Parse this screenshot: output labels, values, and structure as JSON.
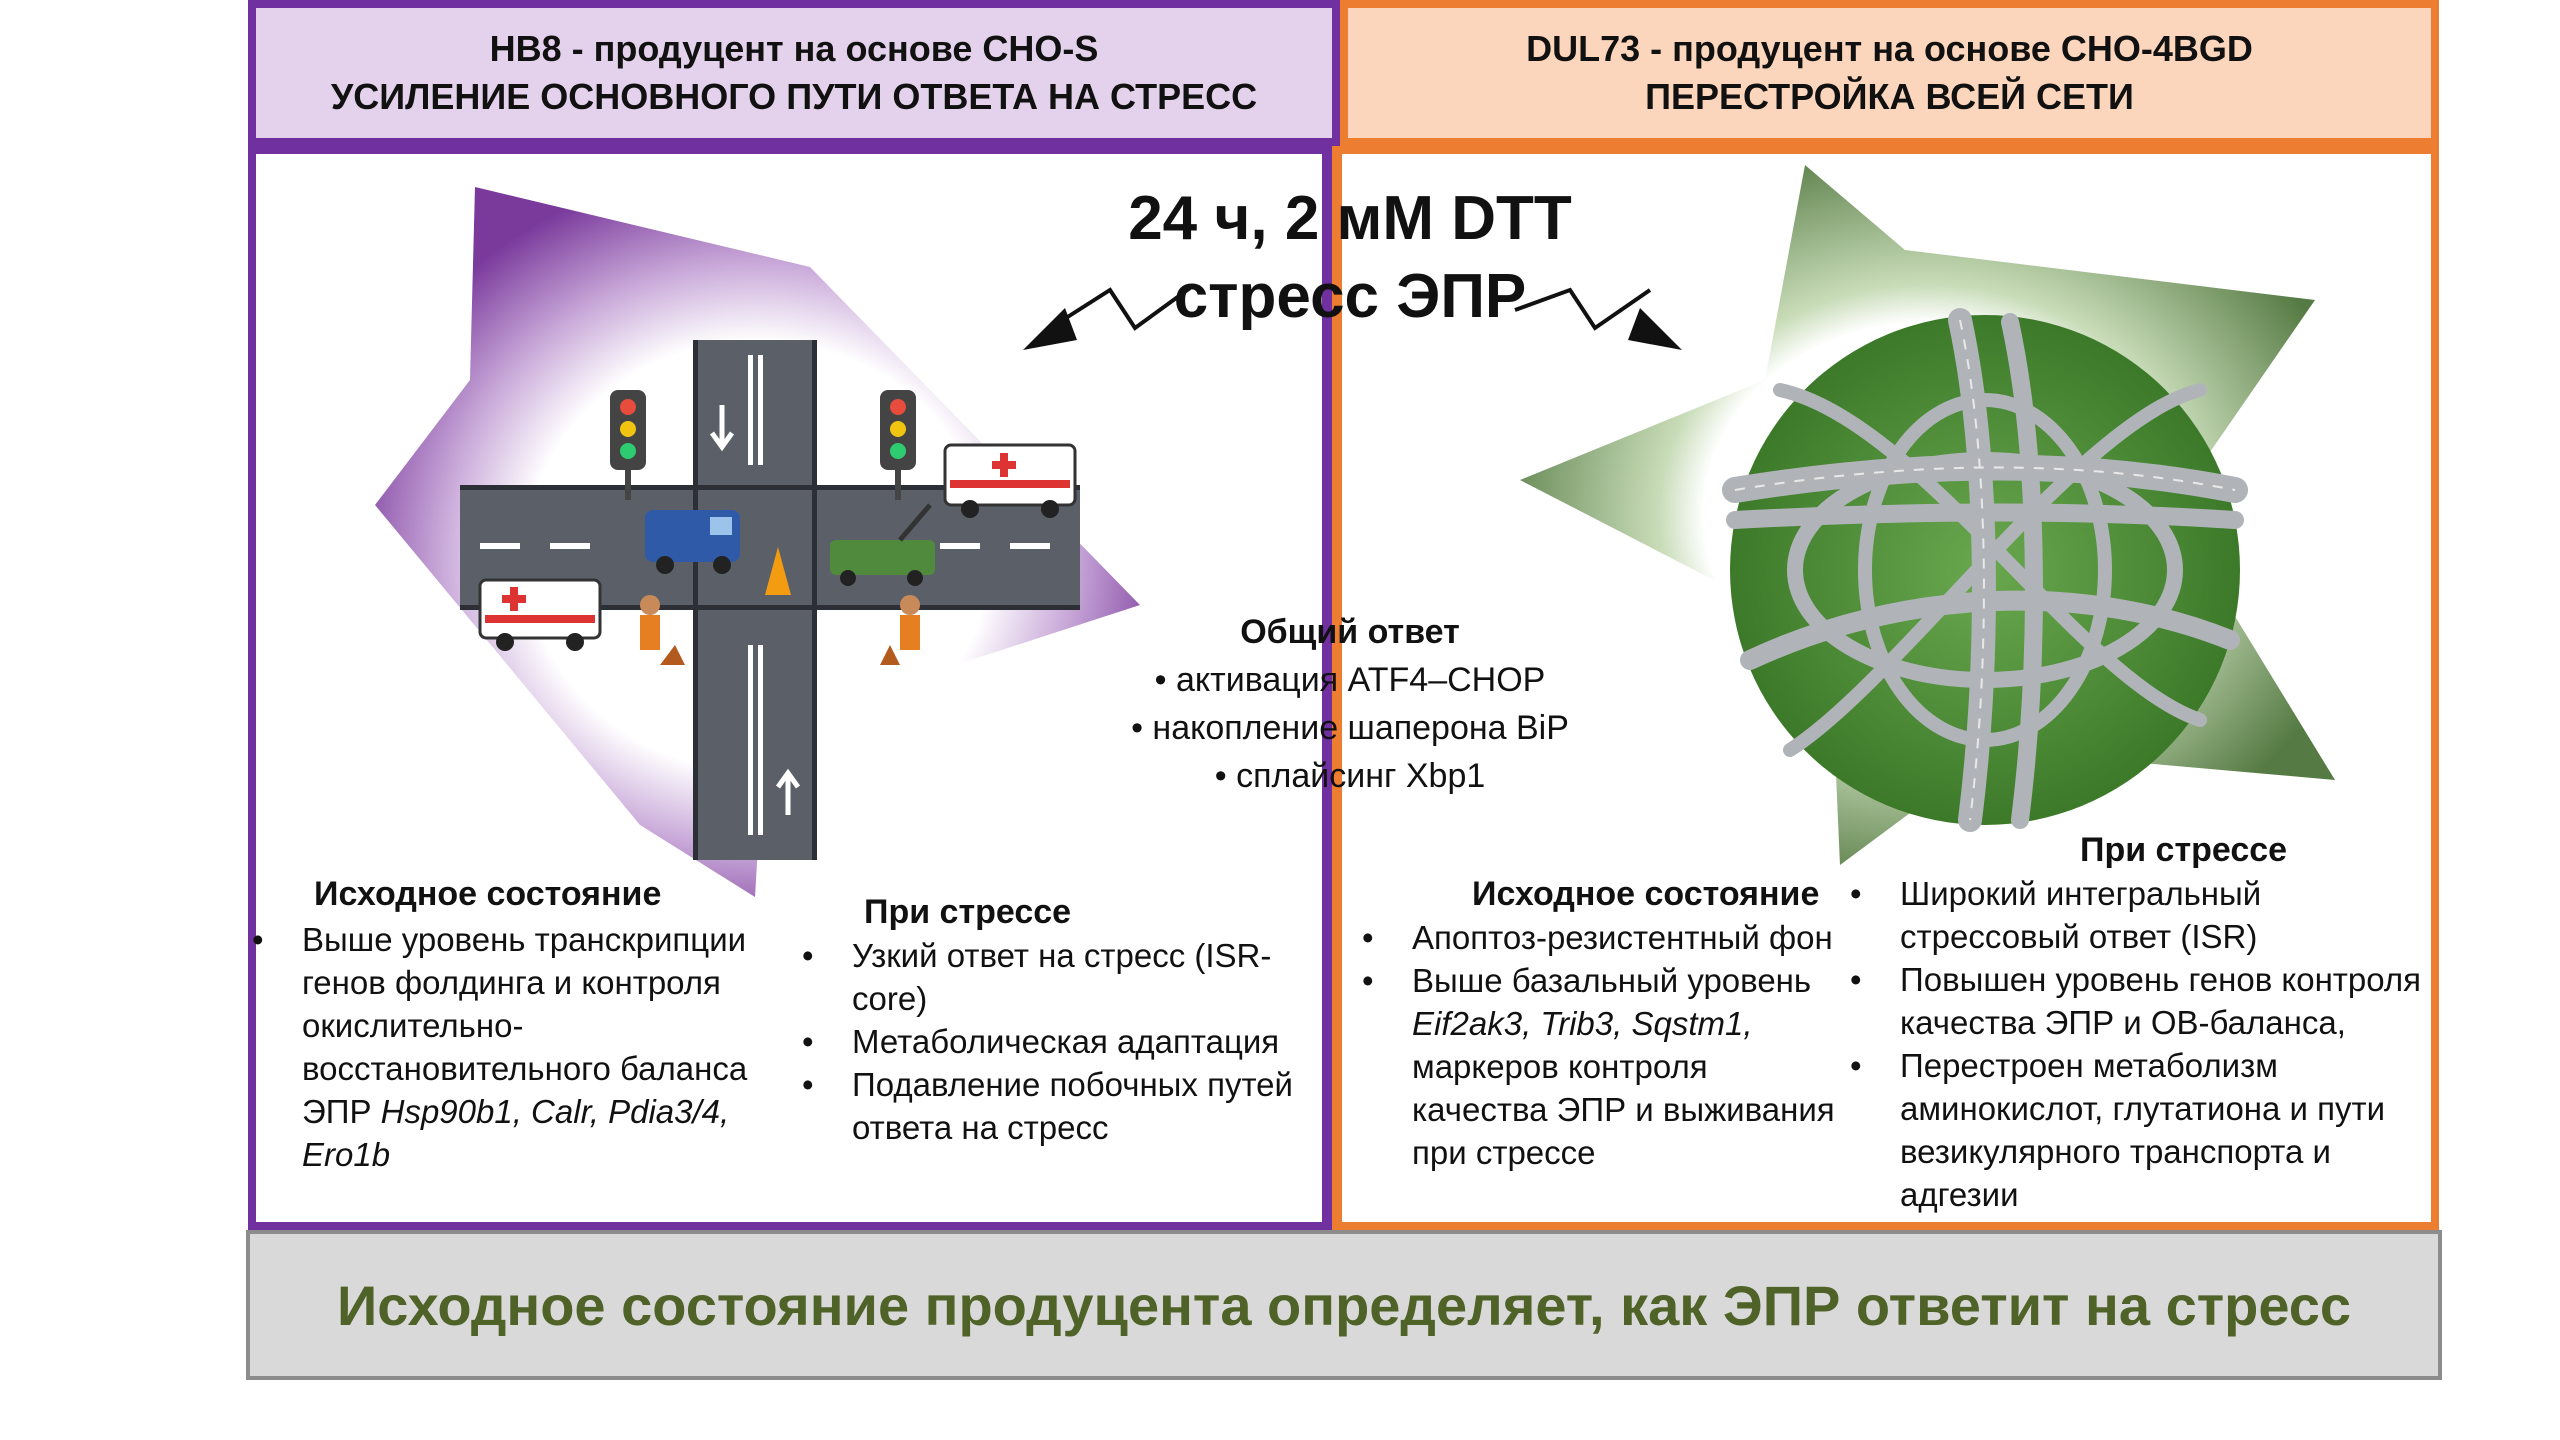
{
  "left_header": {
    "line1": "HB8  - продуцент на основе CHO-S",
    "line2": "УСИЛЕНИЕ ОСНОВНОГО ПУТИ ОТВЕТА НА СТРЕСС"
  },
  "right_header": {
    "line1": "DUL73 -  продуцент на основе CHO-4BGD",
    "line2": "ПЕРЕСТРОЙКА ВСЕЙ СЕТИ"
  },
  "stress": {
    "line1": "24 ч, 2 мМ DTT",
    "line2": "стресс ЭПР"
  },
  "common": {
    "title": "Общий ответ",
    "items": [
      "• активация ATF4–CHOP",
      "• накопление шаперона BiP",
      "• сплайсинг Xbp1"
    ]
  },
  "left_baseline": {
    "title": "Исходное состояние",
    "item1_text": "Выше уровень транскрипции генов фолдинга и контроля окислительно-восстановительного баланса ЭПР ",
    "item1_genes": "Hsp90b1, Calr, Pdia3/4, Ero1b"
  },
  "left_stress": {
    "title": "При стрессе",
    "items": [
      "Узкий ответ на стресс (ISR-core)",
      "Метаболическая адаптация",
      "Подавление побочных путей ответа на стресс"
    ]
  },
  "right_baseline": {
    "title": "Исходное состояние",
    "item1": "Апоптоз-резистентный фон",
    "item2_prefix": "Выше базальный уровень ",
    "item2_genes": "Eif2ak3, Trib3, Sqstm1,",
    "item2_suffix": " маркеров контроля качества ЭПР и выживания при стрессе"
  },
  "right_stress": {
    "title": "При стрессе",
    "items": [
      "Широкий интегральный стрессовый ответ (ISR)",
      "Повышен уровень генов контроля качества ЭПР и ОВ-баланса,",
      "Перестроен метаболизм аминокислот, глутатиона и пути везикулярного транспорта и адгезии"
    ]
  },
  "conclusion": "Исходное состояние продуцента определяет, как ЭПР ответит на стресс",
  "colors": {
    "purple": "#7030a0",
    "orange": "#ed7d31",
    "left_header_bg": "#e4d2ec",
    "right_header_bg": "#fbd6bd",
    "conclusion_text": "#4f6228",
    "star_green": "#6e9a55"
  },
  "icons": {
    "left": "intersection-illustration",
    "right": "highway-interchange-illustration"
  }
}
